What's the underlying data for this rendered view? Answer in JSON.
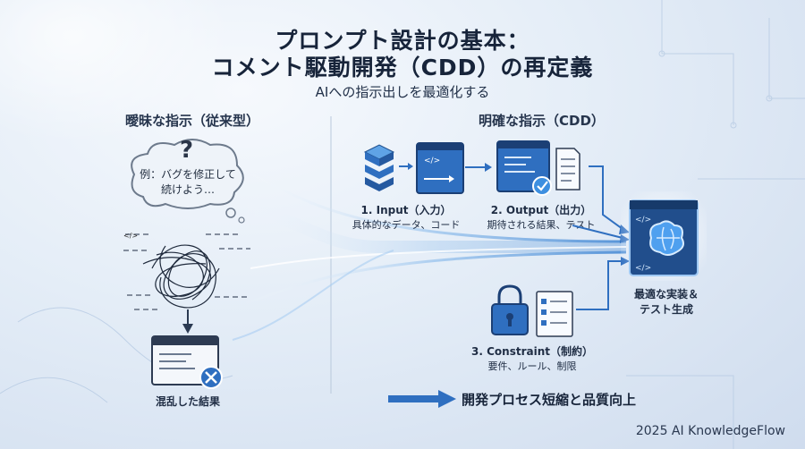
{
  "header": {
    "title_line1": "プロンプト設計の基本：",
    "title_line2": "コメント駆動開発（CDD）の再定義",
    "subtitle": "AIへの指示出しを最適化する"
  },
  "left": {
    "heading": "曖昧な指示（従来型）",
    "bubble_line1": "例：バグを修正して",
    "bubble_line2": "続けよう…",
    "result_label": "混乱した結果"
  },
  "right": {
    "heading": "明確な指示（CDD）",
    "input_title": "1. Input（入力）",
    "input_desc": "具体的なデータ、コード",
    "output_title": "2. Output（出力）",
    "output_desc": "期待される結果、テスト",
    "constraint_title": "3. Constraint（制約）",
    "constraint_desc": "要件、ルール、制限",
    "ai_label_line1": "最適な実装＆",
    "ai_label_line2": "テスト生成"
  },
  "bottom": {
    "banner": "開発プロセス短縮と品質向上"
  },
  "footer": {
    "credit": "2025 AI KnowledgeFlow"
  }
}
